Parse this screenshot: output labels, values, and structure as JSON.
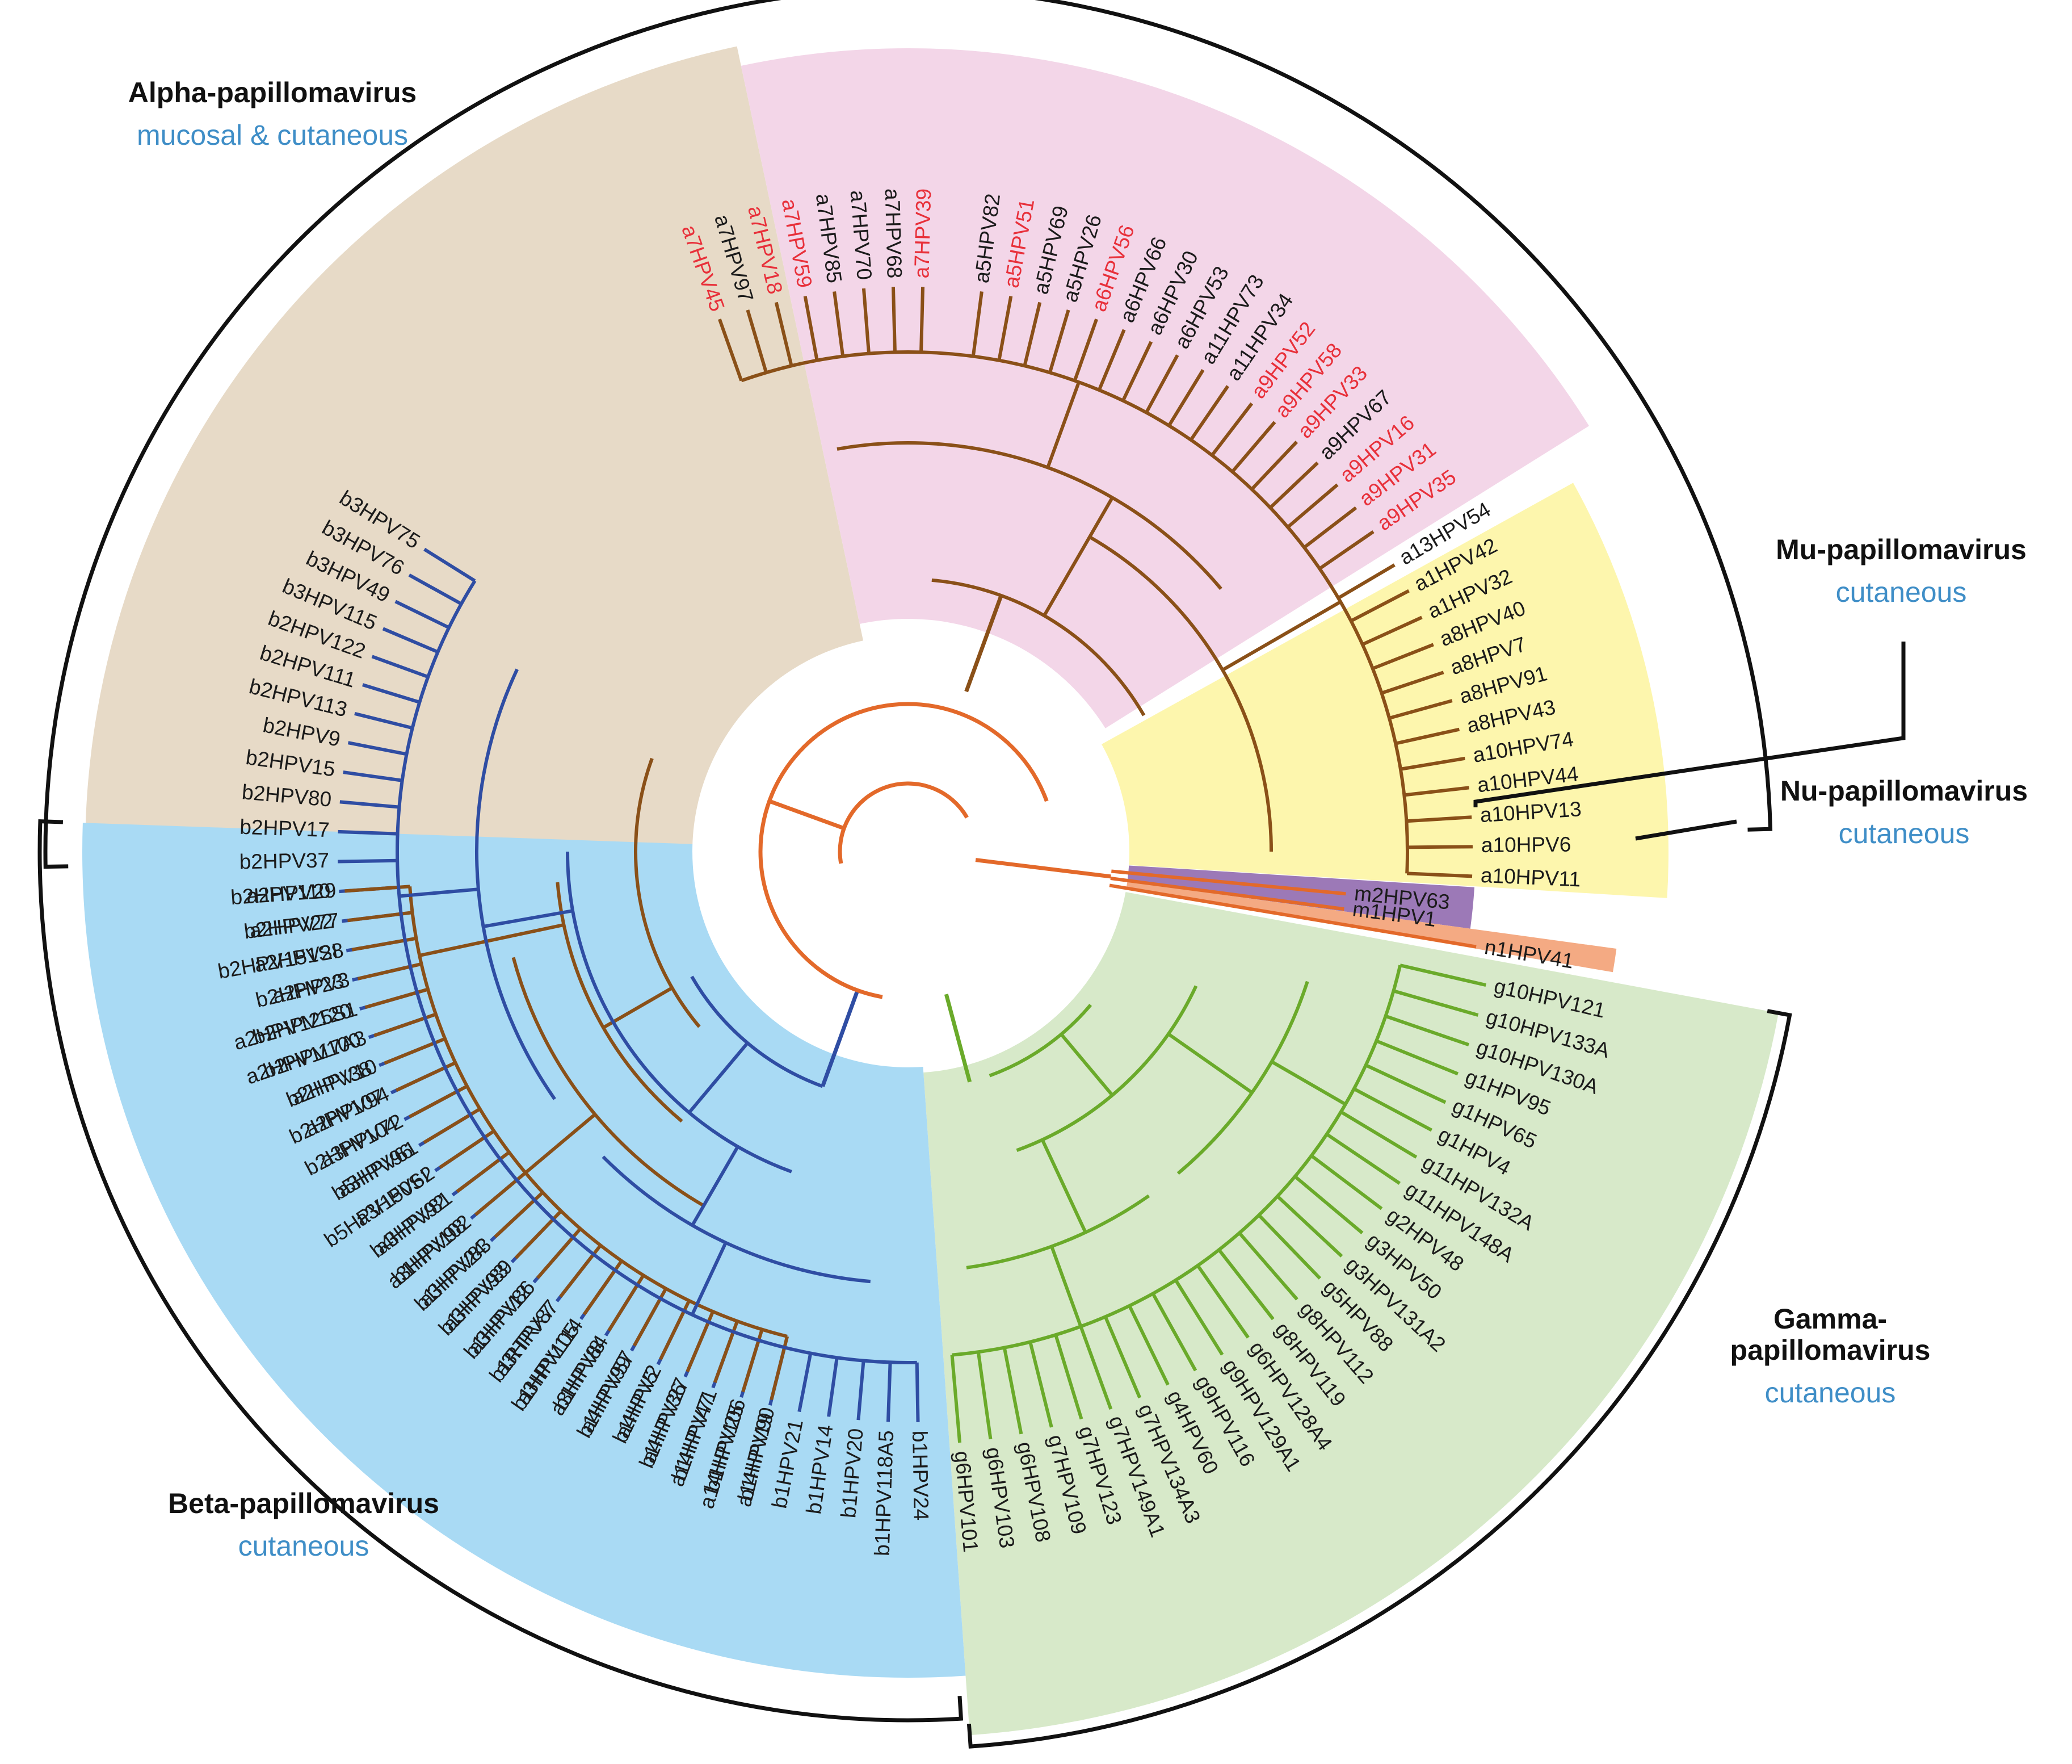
{
  "colors": {
    "alpha_brown_bg": "#e7dac7",
    "alpha_pink_bg": "#f3d6e8",
    "alpha_yellow_bg": "#fdf6ad",
    "mu_bg": "#9c79b7",
    "nu_bg": "#f4aa83",
    "beta_bg": "#a9daf4",
    "gamma_bg": "#d7e9c9",
    "alpha_branch": "#8a5018",
    "beta_branch": "#2f4da3",
    "gamma_branch": "#6aaa2a",
    "root_branch": "#e3692a",
    "high_risk_label": "#e8303a",
    "habitat_text": "#3f8ec7",
    "leaf_text": "#1b1b1b"
  },
  "genera": [
    {
      "key": "alpha",
      "name": "Alpha-papillomavirus",
      "habitat": "mucosal & cutaneous"
    },
    {
      "key": "mu",
      "name": "Mu-papillomavirus",
      "habitat": "cutaneous"
    },
    {
      "key": "nu",
      "name": "Nu-papillomavirus",
      "habitat": "cutaneous"
    },
    {
      "key": "gamma",
      "name_lines": [
        "Gamma-",
        "papillomavirus"
      ],
      "habitat": "cutaneous"
    },
    {
      "key": "beta",
      "name": "Beta-papillomavirus",
      "habitat": "cutaneous"
    }
  ],
  "leaves": [
    {
      "label": "a7HPV39",
      "group": "alpha",
      "angle": -88.5,
      "high_risk": true
    },
    {
      "label": "a7HPV68",
      "group": "alpha",
      "angle": -91.5
    },
    {
      "label": "a7HPV70",
      "group": "alpha",
      "angle": -94.5
    },
    {
      "label": "a7HPV85",
      "group": "alpha",
      "angle": -97.5
    },
    {
      "label": "a7HPV59",
      "group": "alpha",
      "angle": -100.5,
      "high_risk": true
    },
    {
      "label": "a7HPV18",
      "group": "alpha",
      "angle": -103.5,
      "high_risk": true
    },
    {
      "label": "a7HPV97",
      "group": "alpha",
      "angle": -106.5
    },
    {
      "label": "a7HPV45",
      "group": "alpha",
      "angle": -109.5,
      "high_risk": true
    },
    {
      "label": "a5HPV82",
      "group": "alpha",
      "angle": -82.5
    },
    {
      "label": "a5HPV51",
      "group": "alpha",
      "angle": -79.5,
      "high_risk": true
    },
    {
      "label": "a5HPV69",
      "group": "alpha",
      "angle": -76.5
    },
    {
      "label": "a5HPV26",
      "group": "alpha",
      "angle": -73.5
    },
    {
      "label": "a6HPV56",
      "group": "alpha",
      "angle": -70.5,
      "high_risk": true
    },
    {
      "label": "a6HPV66",
      "group": "alpha",
      "angle": -67.5
    },
    {
      "label": "a6HPV30",
      "group": "alpha",
      "angle": -64.5
    },
    {
      "label": "a6HPV53",
      "group": "alpha",
      "angle": -61.5
    },
    {
      "label": "a11HPV73",
      "group": "alpha",
      "angle": -58.5
    },
    {
      "label": "a11HPV34",
      "group": "alpha",
      "angle": -55.5
    },
    {
      "label": "a9HPV52",
      "group": "alpha",
      "angle": -52.5,
      "high_risk": true
    },
    {
      "label": "a9HPV58",
      "group": "alpha",
      "angle": -49.5,
      "high_risk": true
    },
    {
      "label": "a9HPV33",
      "group": "alpha",
      "angle": -46.5,
      "high_risk": true
    },
    {
      "label": "a9HPV67",
      "group": "alpha",
      "angle": -43.5
    },
    {
      "label": "a9HPV16",
      "group": "alpha",
      "angle": -40.5,
      "high_risk": true
    },
    {
      "label": "a9HPV31",
      "group": "alpha",
      "angle": -37.5,
      "high_risk": true
    },
    {
      "label": "a9HPV35",
      "group": "alpha",
      "angle": -34.5,
      "high_risk": true
    },
    {
      "label": "a13HPV54",
      "group": "alpha",
      "angle": -30.5
    },
    {
      "label": "a1HPV42",
      "group": "alpha",
      "angle": -27.5
    },
    {
      "label": "a1HPV32",
      "group": "alpha",
      "angle": -24.5
    },
    {
      "label": "a8HPV40",
      "group": "alpha",
      "angle": -21.5
    },
    {
      "label": "a8HPV7",
      "group": "alpha",
      "angle": -18.5
    },
    {
      "label": "a8HPV91",
      "group": "alpha",
      "angle": -15.5
    },
    {
      "label": "a8HPV43",
      "group": "alpha",
      "angle": -12.5
    },
    {
      "label": "a10HPV74",
      "group": "alpha",
      "angle": -9.5
    },
    {
      "label": "a10HPV44",
      "group": "alpha",
      "angle": -6.5
    },
    {
      "label": "a10HPV13",
      "group": "alpha",
      "angle": -3.5
    },
    {
      "label": "a10HPV6",
      "group": "alpha",
      "angle": -0.5
    },
    {
      "label": "a10HPV11",
      "group": "alpha",
      "angle": 2.5
    },
    {
      "label": "m2HPV63",
      "group": "mu",
      "angle": 5.5
    },
    {
      "label": "m1HPV1",
      "group": "mu",
      "angle": 7.5
    },
    {
      "label": "n1HPV41",
      "group": "nu",
      "angle": 9.5
    },
    {
      "label": "g10HPV121",
      "group": "gamma",
      "angle": 13
    },
    {
      "label": "g10HPV133A",
      "group": "gamma",
      "angle": 16
    },
    {
      "label": "g10HPV130A",
      "group": "gamma",
      "angle": 19
    },
    {
      "label": "g1HPV95",
      "group": "gamma",
      "angle": 22
    },
    {
      "label": "g1HPV65",
      "group": "gamma",
      "angle": 25
    },
    {
      "label": "g1HPV4",
      "group": "gamma",
      "angle": 28
    },
    {
      "label": "g11HPV132A",
      "group": "gamma",
      "angle": 31
    },
    {
      "label": "g11HPV148A",
      "group": "gamma",
      "angle": 34
    },
    {
      "label": "g2HPV48",
      "group": "gamma",
      "angle": 37
    },
    {
      "label": "g3HPV50",
      "group": "gamma",
      "angle": 40
    },
    {
      "label": "g3HPV131A2",
      "group": "gamma",
      "angle": 43
    },
    {
      "label": "g5HPV88",
      "group": "gamma",
      "angle": 46
    },
    {
      "label": "g8HPV112",
      "group": "gamma",
      "angle": 49
    },
    {
      "label": "g8HPV119",
      "group": "gamma",
      "angle": 52
    },
    {
      "label": "g6HPV128A4",
      "group": "gamma",
      "angle": 55
    },
    {
      "label": "g9HPV129A1",
      "group": "gamma",
      "angle": 58
    },
    {
      "label": "g9HPV116",
      "group": "gamma",
      "angle": 61
    },
    {
      "label": "g4HPV60",
      "group": "gamma",
      "angle": 64
    },
    {
      "label": "g7HPV134A3",
      "group": "gamma",
      "angle": 67
    },
    {
      "label": "g7HPV149A1",
      "group": "gamma",
      "angle": 70
    },
    {
      "label": "g7HPV123",
      "group": "gamma",
      "angle": 73
    },
    {
      "label": "g7HPV109",
      "group": "gamma",
      "angle": 76
    },
    {
      "label": "g6HPV108",
      "group": "gamma",
      "angle": 79
    },
    {
      "label": "g6HPV103",
      "group": "gamma",
      "angle": 82
    },
    {
      "label": "g6HPV101",
      "group": "gamma",
      "angle": 85
    },
    {
      "label": "b1HPV24",
      "group": "beta",
      "angle": 89
    },
    {
      "label": "b1HPV118A5",
      "group": "beta",
      "angle": 92
    },
    {
      "label": "b1HPV20",
      "group": "beta",
      "angle": 95
    },
    {
      "label": "b1HPV14",
      "group": "beta",
      "angle": 98
    },
    {
      "label": "b1HPV21",
      "group": "beta",
      "angle": 101
    },
    {
      "label": "b1HPV19",
      "group": "beta",
      "angle": 104
    },
    {
      "label": "b1HPV25",
      "group": "beta",
      "angle": 107
    },
    {
      "label": "b1HPV47",
      "group": "beta",
      "angle": 110
    },
    {
      "label": "b1HPV36",
      "group": "beta",
      "angle": 113
    },
    {
      "label": "b1HPV5",
      "group": "beta",
      "angle": 116
    },
    {
      "label": "b1HPV99",
      "group": "beta",
      "angle": 119
    },
    {
      "label": "b1HPV8",
      "group": "beta",
      "angle": 122
    },
    {
      "label": "b1HPV105",
      "group": "beta",
      "angle": 125
    },
    {
      "label": "b1RTRX7",
      "group": "beta",
      "angle": 128
    },
    {
      "label": "b1HPV12",
      "group": "beta",
      "angle": 131
    },
    {
      "label": "b1HPV93",
      "group": "beta",
      "angle": 134
    },
    {
      "label": "b1HPV24",
      "group": "beta",
      "angle": 137
    },
    {
      "label": "b1HPV98",
      "group": "beta",
      "angle": 140
    },
    {
      "label": "b4HPV92",
      "group": "beta",
      "angle": 143
    },
    {
      "label": "b5HPV150SI",
      "group": "beta",
      "angle": 146
    },
    {
      "label": "b5HPV96",
      "group": "beta",
      "angle": 149
    },
    {
      "label": "b2HPV104",
      "group": "beta",
      "angle": 152
    },
    {
      "label": "b2HPV107",
      "group": "beta",
      "angle": 155
    },
    {
      "label": "b2HPV38",
      "group": "beta",
      "angle": 158
    },
    {
      "label": "b2HPV100",
      "group": "beta",
      "angle": 161
    },
    {
      "label": "b2HPV120",
      "group": "beta",
      "angle": 164
    },
    {
      "label": "b2HPV23",
      "group": "beta",
      "angle": 167
    },
    {
      "label": "b2HPV151SI",
      "group": "beta",
      "angle": 170
    },
    {
      "label": "b2HPV22",
      "group": "beta",
      "angle": 173
    },
    {
      "label": "b2HPV110",
      "group": "beta",
      "angle": 176
    },
    {
      "label": "b2HPV37",
      "group": "beta",
      "angle": 179
    },
    {
      "label": "b2HPV17",
      "group": "beta",
      "angle": 182
    },
    {
      "label": "b2HPV80",
      "group": "beta",
      "angle": 185
    },
    {
      "label": "b2HPV15",
      "group": "beta",
      "angle": 188
    },
    {
      "label": "b2HPV9",
      "group": "beta",
      "angle": 191
    },
    {
      "label": "b2HPV113",
      "group": "beta",
      "angle": 194
    },
    {
      "label": "b2HPV111",
      "group": "beta",
      "angle": 197
    },
    {
      "label": "b2HPV122",
      "group": "beta",
      "angle": 200
    },
    {
      "label": "b3HPV115",
      "group": "beta",
      "angle": 203
    },
    {
      "label": "b3HPV49",
      "group": "beta",
      "angle": 206
    },
    {
      "label": "b3HPV76",
      "group": "beta",
      "angle": 209
    },
    {
      "label": "b3HPV75",
      "group": "beta",
      "angle": 212
    },
    {
      "label": "a2HPV29",
      "group": "alpha",
      "angle": 176
    },
    {
      "label": "a2HPV77",
      "group": "alpha",
      "angle": 173
    },
    {
      "label": "a2HPV28",
      "group": "alpha",
      "angle": 170
    },
    {
      "label": "a2HPV3",
      "group": "alpha",
      "angle": 167
    },
    {
      "label": "a2HPV125S1",
      "group": "alpha",
      "angle": 164
    },
    {
      "label": "a2HPV117A3",
      "group": "alpha",
      "angle": 161
    },
    {
      "label": "a2HPV10",
      "group": "alpha",
      "angle": 158
    },
    {
      "label": "a2HPV94",
      "group": "alpha",
      "angle": 155
    },
    {
      "label": "a3HPV72",
      "group": "alpha",
      "angle": 152
    },
    {
      "label": "a3HPV61",
      "group": "alpha",
      "angle": 149
    },
    {
      "label": "a3HPV62",
      "group": "alpha",
      "angle": 146
    },
    {
      "label": "a3HPV81",
      "group": "alpha",
      "angle": 143
    },
    {
      "label": "a3HPV102",
      "group": "alpha",
      "angle": 140
    },
    {
      "label": "a3HPV83",
      "group": "alpha",
      "angle": 137
    },
    {
      "label": "a3HPV89",
      "group": "alpha",
      "angle": 134
    },
    {
      "label": "a3HPV86",
      "group": "alpha",
      "angle": 131
    },
    {
      "label": "a3HPV87",
      "group": "alpha",
      "angle": 128
    },
    {
      "label": "a3HPV114",
      "group": "alpha",
      "angle": 125
    },
    {
      "label": "a3HPV84",
      "group": "alpha",
      "angle": 122
    },
    {
      "label": "a4HPV57",
      "group": "alpha",
      "angle": 119
    },
    {
      "label": "a4HPV2",
      "group": "alpha",
      "angle": 116
    },
    {
      "label": "a4HPV27",
      "group": "alpha",
      "angle": 113
    },
    {
      "label": "a14HPV71",
      "group": "alpha",
      "angle": 110
    },
    {
      "label": "a14HPV106",
      "group": "alpha",
      "angle": 107
    },
    {
      "label": "a14HPV90",
      "group": "alpha",
      "angle": 104
    }
  ]
}
